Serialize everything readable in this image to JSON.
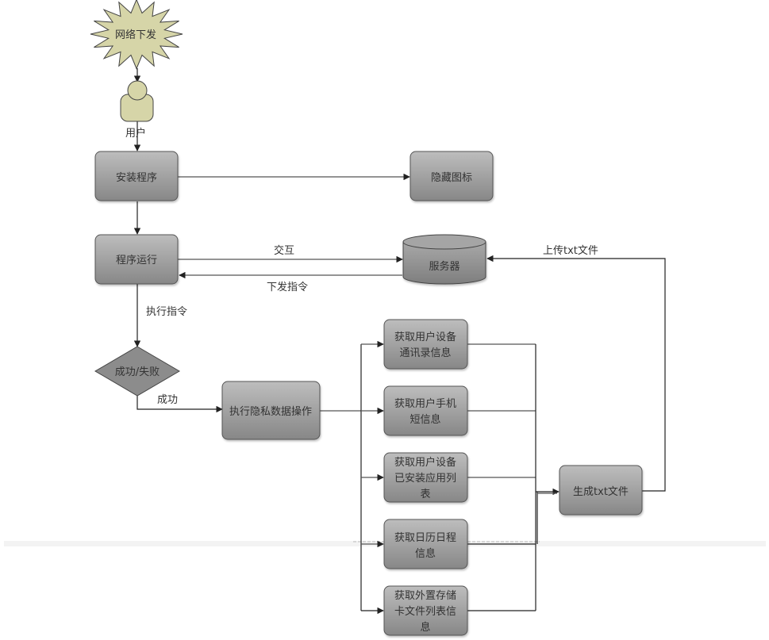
{
  "diagram": {
    "nodes": {
      "network": {
        "label": "网络下发",
        "shape": "starburst"
      },
      "user": {
        "label": "用户",
        "shape": "actor"
      },
      "install": {
        "label": "安装程序",
        "shape": "rounded-rect"
      },
      "hide_icon": {
        "label": "隐藏图标",
        "shape": "rounded-rect"
      },
      "run": {
        "label": "程序运行",
        "shape": "rounded-rect"
      },
      "server": {
        "label": "服务器",
        "shape": "cylinder"
      },
      "decision": {
        "label": "成功/失败",
        "shape": "diamond"
      },
      "privacy_op": {
        "label": "执行隐私数据操作",
        "shape": "rounded-rect"
      },
      "get_contacts": {
        "lines": [
          "获取用户设备",
          "通讯录信息"
        ],
        "shape": "rounded-rect"
      },
      "get_sms": {
        "lines": [
          "获取用户手机",
          "短信息"
        ],
        "shape": "rounded-rect"
      },
      "get_apps": {
        "lines": [
          "获取用户设备",
          "已安装应用列",
          "表"
        ],
        "shape": "rounded-rect"
      },
      "get_calendar": {
        "lines": [
          "获取日历日程",
          "信息"
        ],
        "shape": "rounded-rect"
      },
      "get_storage": {
        "lines": [
          "获取外置存储",
          "卡文件列表信",
          "息"
        ],
        "shape": "rounded-rect"
      },
      "gen_txt": {
        "label": "生成txt文件",
        "shape": "rounded-rect"
      }
    },
    "edge_labels": {
      "interact": "交互",
      "send_cmd": "下发指令",
      "exec_cmd": "执行指令",
      "success": "成功",
      "upload_txt": "上传txt文件"
    },
    "colors": {
      "box_top": "#b4b4b4",
      "box_bottom": "#8a8a8a",
      "box_border": "#555555",
      "khaki_fill": "#d6d5a8",
      "text": "#333333",
      "line": "#222222"
    }
  }
}
